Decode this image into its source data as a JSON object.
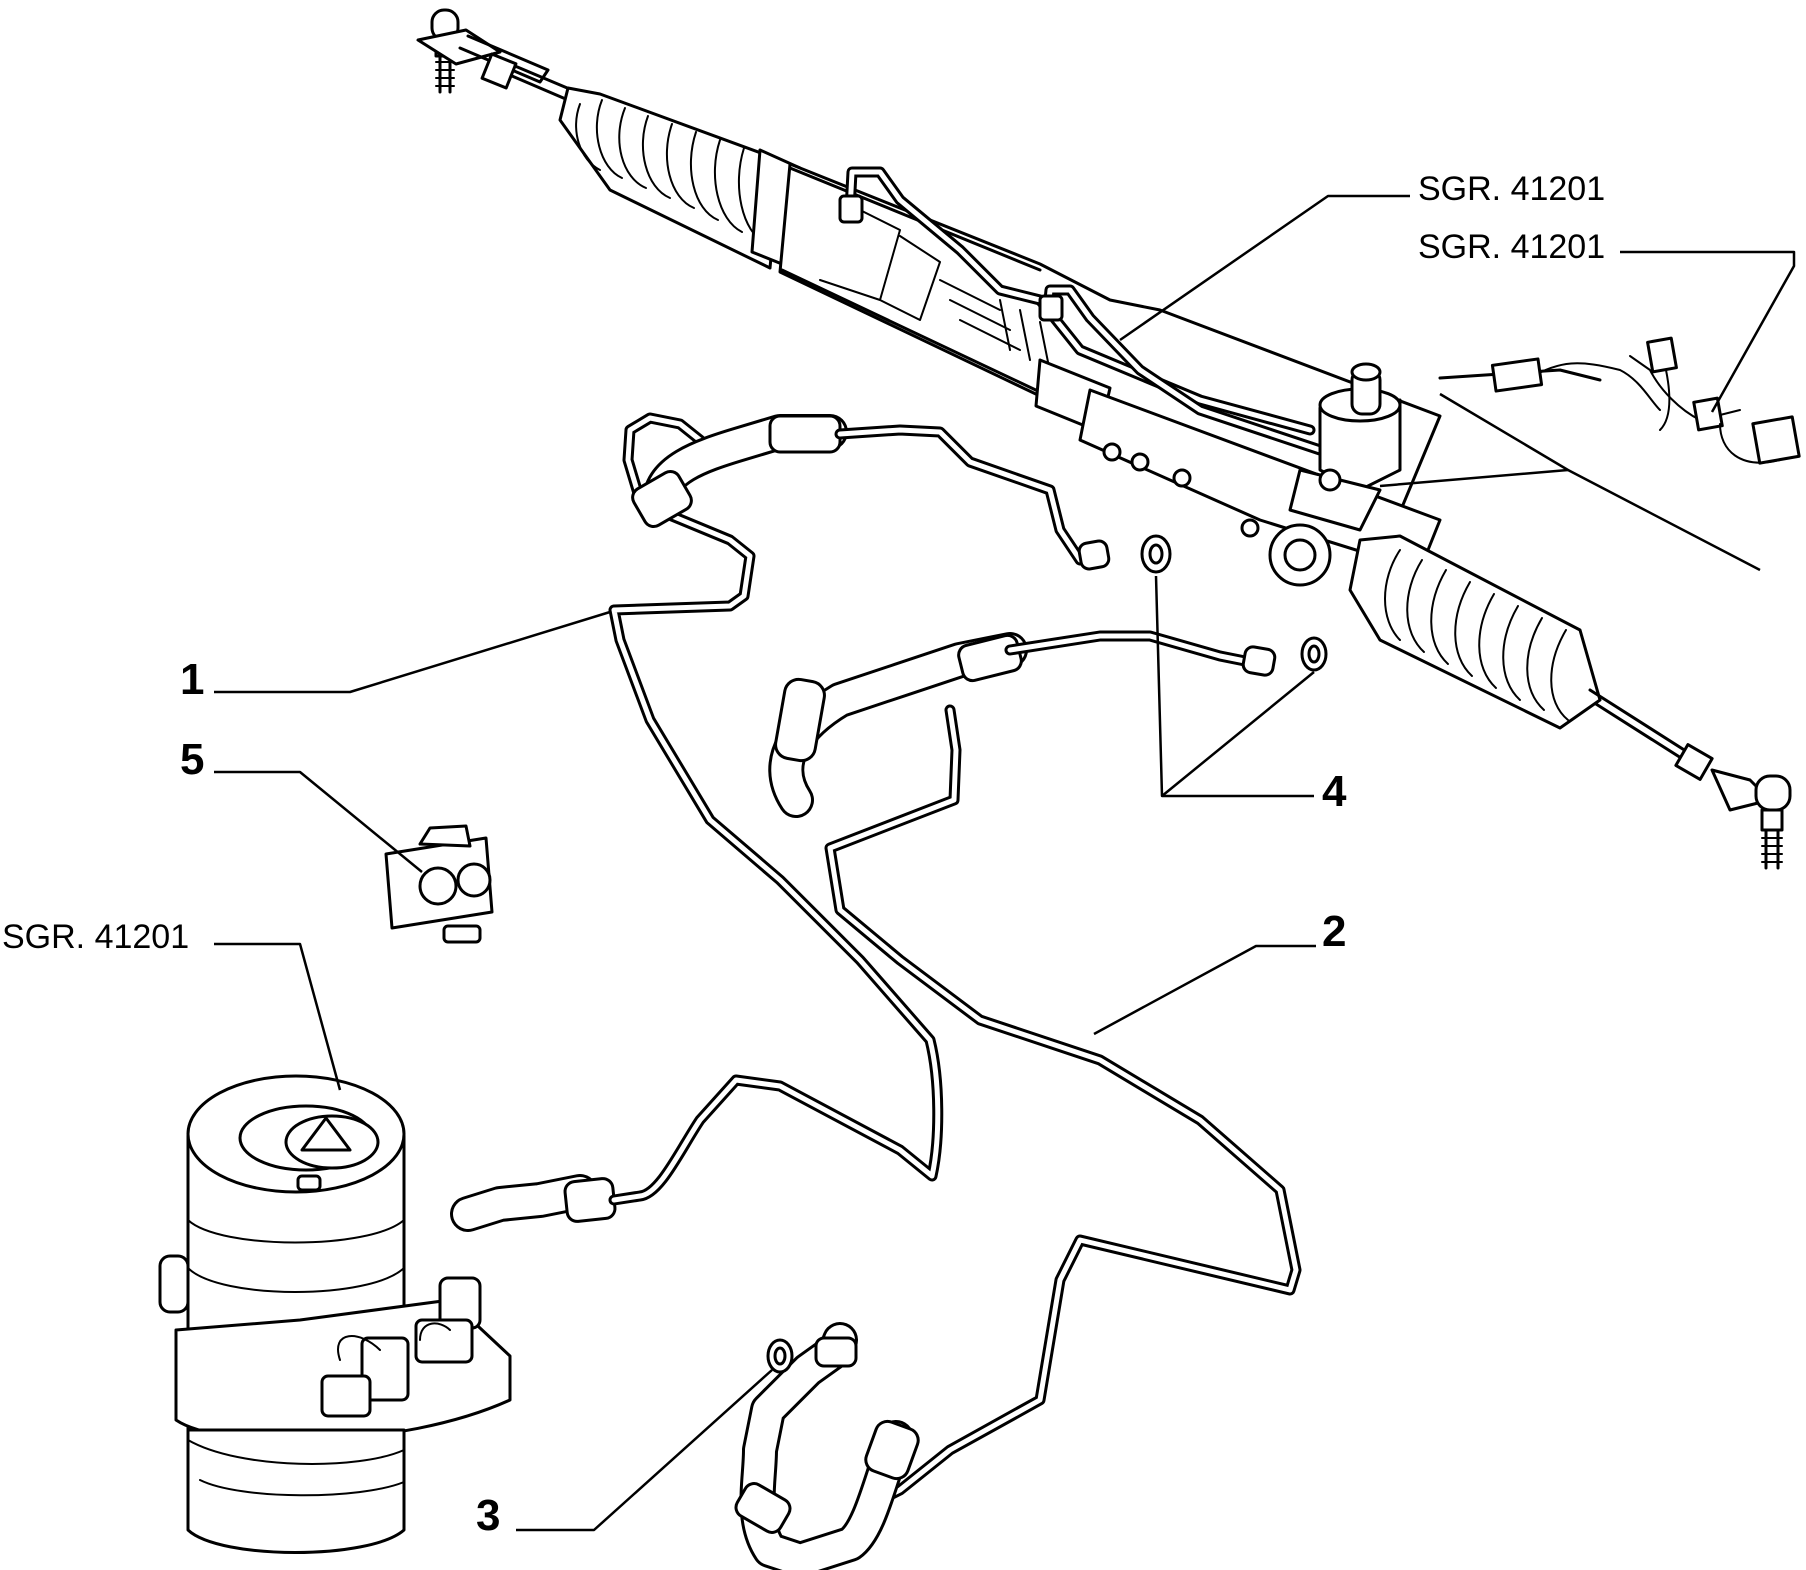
{
  "callouts": [
    {
      "id": "1",
      "label": "1"
    },
    {
      "id": "2",
      "label": "2"
    },
    {
      "id": "3",
      "label": "3"
    },
    {
      "id": "4",
      "label": "4"
    },
    {
      "id": "5",
      "label": "5"
    }
  ],
  "references": [
    {
      "label": "SGR. 41201"
    },
    {
      "label": "SGR. 41201"
    },
    {
      "label": "SGR. 41201"
    }
  ]
}
